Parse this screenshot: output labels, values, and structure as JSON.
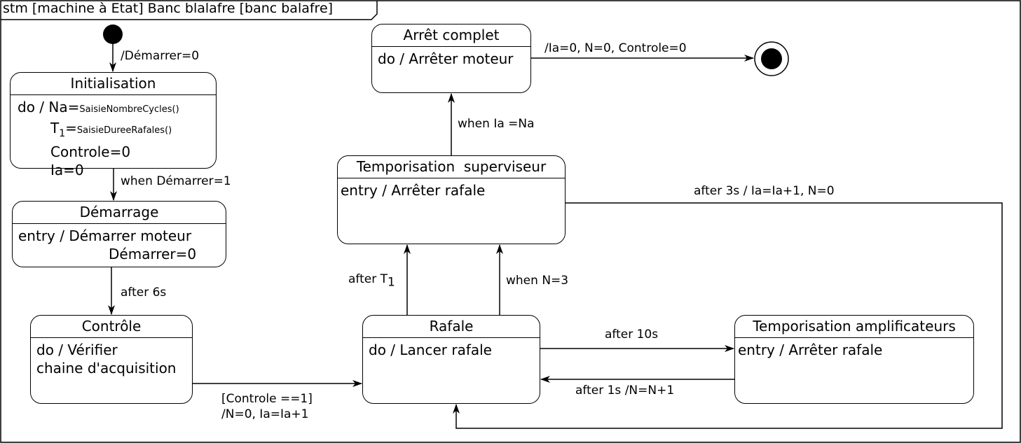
{
  "frame": {
    "title": "stm [machine à Etat] Banc blalafre [banc balafre]"
  },
  "states": {
    "initialisation": {
      "name": "Initialisation",
      "line1_prefix": "do / Na=",
      "line1_call": "SaisieNombreCycles()",
      "line2_prefix": "T",
      "line2_sub": "1",
      "line2_eq": "=",
      "line2_call": "SaisieDureeRafales()",
      "line3": "Controle=0",
      "line4": "Ia=0"
    },
    "demarrage": {
      "name": "Démarrage",
      "line1": "entry / Démarrer moteur",
      "line2": "Démarrer=0"
    },
    "controle": {
      "name": "Contrôle",
      "line1": "do / Vérifier",
      "line2": "chaine d'acquisition"
    },
    "rafale": {
      "name": "Rafale",
      "line1": "do / Lancer rafale"
    },
    "temporisation_superviseur": {
      "name": "Temporisation  superviseur",
      "line1": "entry / Arrêter rafale"
    },
    "arret_complet": {
      "name": "Arrêt complet",
      "line1": "do / Arrêter moteur"
    },
    "temporisation_amplificateurs": {
      "name": "Temporisation amplificateurs",
      "line1": "entry / Arrêter rafale"
    }
  },
  "transitions": {
    "start_to_init": "/Démarrer=0",
    "init_to_demarrage": "when Démarrer=1",
    "demarrage_to_controle": "after 6s",
    "controle_to_rafale_guard": "[Controle ==1]",
    "controle_to_rafale_action": "/N=0, Ia=Ia+1",
    "rafale_to_sup_after_prefix": "after T",
    "rafale_to_sup_after_sub": "1",
    "rafale_to_sup_when": "when N=3",
    "sup_to_arret": "when Ia =Na",
    "arret_to_final": "/Ia=0, N=0, Controle=0",
    "sup_to_rafale": "after 3s / Ia=Ia+1, N=0",
    "rafale_to_ampli": "after 10s",
    "ampli_to_rafale": "after 1s /N=N+1"
  }
}
